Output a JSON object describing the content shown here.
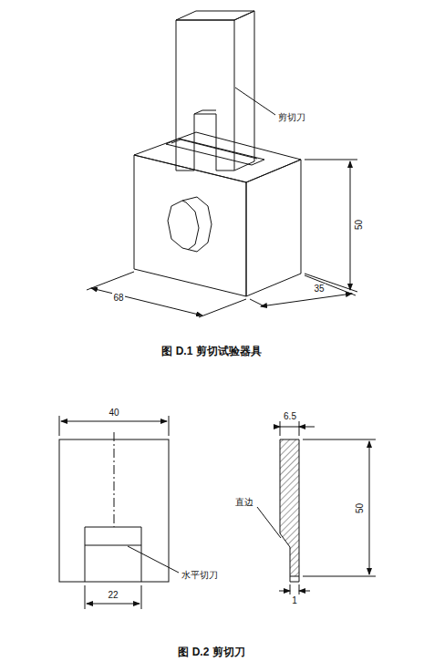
{
  "diagram": {
    "labels": [
      "剪切刀",
      "50",
      "68",
      "35",
      "图 D.1 剪切试验器具",
      "40",
      "22",
      "水平切刀",
      "6.5",
      "直边",
      "50",
      "1",
      "图 D.2 剪切刀"
    ]
  }
}
